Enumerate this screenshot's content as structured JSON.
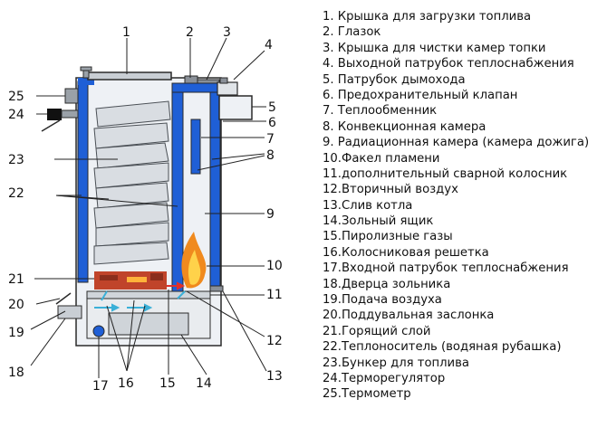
{
  "diagram": {
    "callouts": [
      {
        "id": "1",
        "label": "1"
      },
      {
        "id": "2",
        "label": "2"
      },
      {
        "id": "3",
        "label": "3"
      },
      {
        "id": "4",
        "label": "4"
      },
      {
        "id": "5",
        "label": "5"
      },
      {
        "id": "6",
        "label": "6"
      },
      {
        "id": "7",
        "label": "7"
      },
      {
        "id": "8",
        "label": "8"
      },
      {
        "id": "9",
        "label": "9"
      },
      {
        "id": "10",
        "label": "10"
      },
      {
        "id": "11",
        "label": "11"
      },
      {
        "id": "12",
        "label": "12"
      },
      {
        "id": "13",
        "label": "13"
      },
      {
        "id": "14",
        "label": "14"
      },
      {
        "id": "15",
        "label": "15"
      },
      {
        "id": "16",
        "label": "16"
      },
      {
        "id": "17",
        "label": "17"
      },
      {
        "id": "18",
        "label": "18"
      },
      {
        "id": "19",
        "label": "19"
      },
      {
        "id": "20",
        "label": "20"
      },
      {
        "id": "21",
        "label": "21"
      },
      {
        "id": "22",
        "label": "22"
      },
      {
        "id": "23",
        "label": "23"
      },
      {
        "id": "24",
        "label": "24"
      },
      {
        "id": "25",
        "label": "25"
      }
    ],
    "colors": {
      "water_jacket": "#1f5fd6",
      "body_fill": "#eef1f5",
      "outline": "#2a2a2a",
      "wood_fill": "#d9dde2",
      "flame_outer": "#f08a1e",
      "flame_inner": "#ffd24a",
      "burning_layer": "#c0442a",
      "air_arrow": "#3ab0d8"
    }
  },
  "legend": {
    "items": [
      "1. Крышка для загрузки топлива",
      "2. Глазок",
      "3. Крышка для чистки камер топки",
      "4. Выходной патрубок теплоснабжения",
      "5. Патрубок дымохода",
      "6. Предохранительный клапан",
      "7. Теплообменник",
      "8. Конвекционная камера",
      "9. Радиационная камера (камера дожига)",
      "10.Факел пламени",
      "11.дополнительный сварной колосник",
      "12.Вторичный воздух",
      "13.Слив котла",
      "14.Зольный ящик",
      "15.Пиролизные газы",
      "16.Колосниковая решетка",
      "17.Входной патрубок теплоснабжения",
      "18.Дверца зольника",
      "19.Подача воздуха",
      "20.Поддувальная заслонка",
      "21.Горящий слой",
      "22.Теплоноситель (водяная рубашка)",
      "23.Бункер для топлива",
      "24.Терморегулятор",
      "25.Термометр"
    ]
  }
}
